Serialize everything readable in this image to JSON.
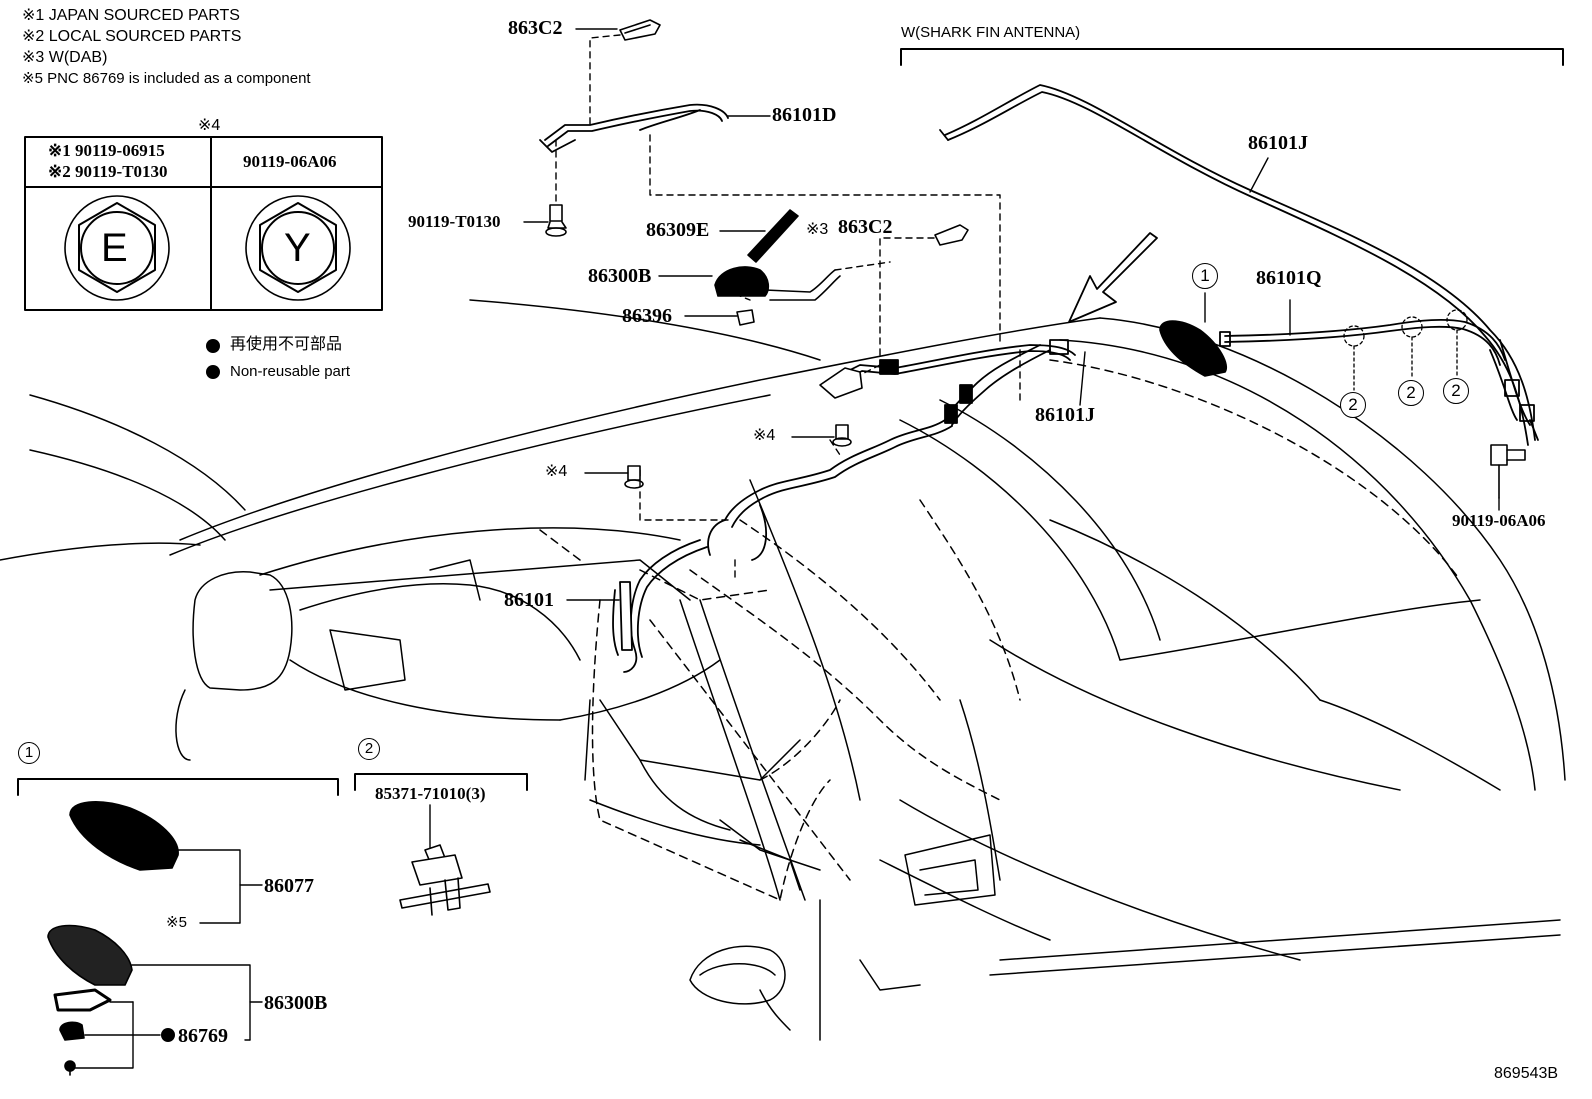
{
  "notes": [
    "※1 JAPAN SOURCED PARTS",
    "※2 LOCAL SOURCED PARTS",
    "※3 W(DAB)",
    "※5 PNC 86769 is included as a component"
  ],
  "fastener_table": {
    "note_mark": "※4",
    "col1_line1": "※1 90119-06915",
    "col1_line2": "※2 90119-T0130",
    "col2_header": "90119-06A06",
    "col1_symbol": "E",
    "col2_symbol": "Y"
  },
  "legend": {
    "jp": "再使用不可部品",
    "en": "Non-reusable part"
  },
  "shark_fin_title": "W(SHARK FIN ANTENNA)",
  "labels": {
    "c863c2_top": "863C2",
    "p86101d": "86101D",
    "p90119t0130": "90119-T0130",
    "p86309e": "86309E",
    "mark3": "※3",
    "c863c2_mid": "863C2",
    "p86300b_main": "86300B",
    "p86396": "86396",
    "p86101j_top": "86101J",
    "p86101q": "86101Q",
    "p86101j_mid": "86101J",
    "mark4_a": "※4",
    "mark4_b": "※4",
    "p86101": "86101",
    "p9011906a06": "90119-06A06",
    "p85371": "85371-71010(3)",
    "p86077": "86077",
    "mark5": "※5",
    "p86300b_detail": "86300B",
    "p86769": "86769",
    "diagram_id": "869543B"
  },
  "callouts": {
    "one": "1",
    "two": "2"
  }
}
